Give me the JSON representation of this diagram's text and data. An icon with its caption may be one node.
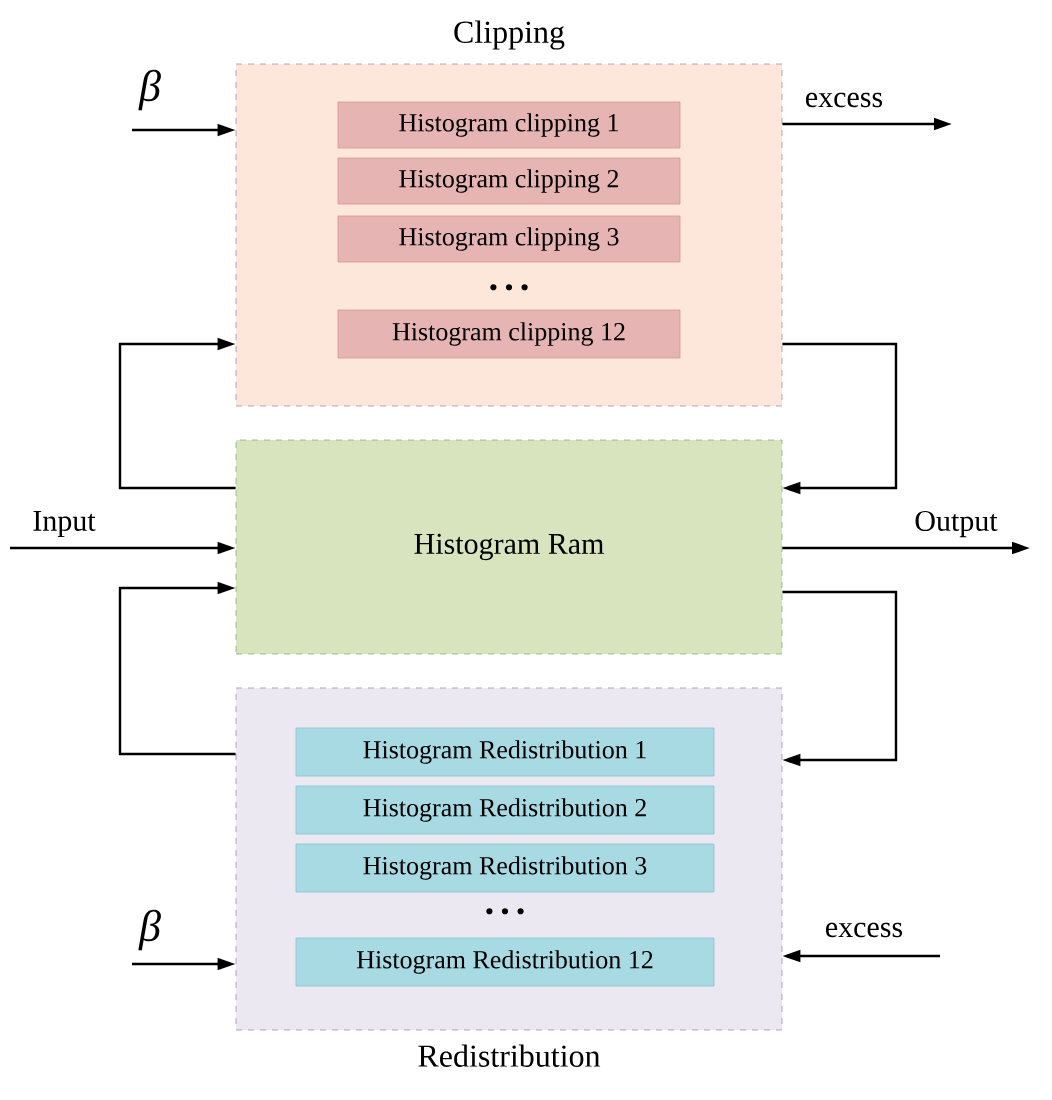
{
  "diagram": {
    "nodes": [
      {
        "text": [
          "Clipping"
        ]
      },
      {
        "text": [
          "Histogram clipping 1"
        ],
        "in": 0
      },
      {
        "text": [
          "Histogram clipping 2"
        ],
        "in": 0
      },
      {
        "text": [
          "Histogram clipping 3"
        ],
        "in": 0
      },
      {
        "text": [
          "Histogram clipping 12"
        ],
        "in": 0
      },
      {
        "text": [
          "Histogram Ram"
        ]
      },
      {
        "text": [
          "Redistribution"
        ]
      },
      {
        "text": [
          "Histogram Redistribution 1"
        ],
        "in": 6
      },
      {
        "text": [
          "Histogram Redistribution 2"
        ],
        "in": 6
      },
      {
        "text": [
          "Histogram Redistribution 3"
        ],
        "in": 6
      },
      {
        "text": [
          "Histogram Redistribution 12"
        ],
        "in": 6
      }
    ],
    "edges": [
      {
        "from": null,
        "to": 0,
        "arrow": "to",
        "label": "β"
      },
      {
        "from": 0,
        "to": null,
        "arrow": "to",
        "label": "excess"
      },
      {
        "from": 5,
        "to": 0,
        "arrow": "to"
      },
      {
        "from": 0,
        "to": 5,
        "arrow": "to"
      },
      {
        "from": null,
        "to": 5,
        "arrow": "to",
        "label": "Input"
      },
      {
        "from": 5,
        "to": null,
        "arrow": "to",
        "label": "Output"
      },
      {
        "from": 6,
        "to": 5,
        "arrow": "to"
      },
      {
        "from": 5,
        "to": 6,
        "arrow": "to"
      },
      {
        "from": null,
        "to": 6,
        "arrow": "to",
        "label": "β"
      },
      {
        "from": null,
        "to": 6,
        "arrow": "to",
        "label": "excess"
      }
    ],
    "labels": [
      "• • •",
      "• • •"
    ]
  }
}
